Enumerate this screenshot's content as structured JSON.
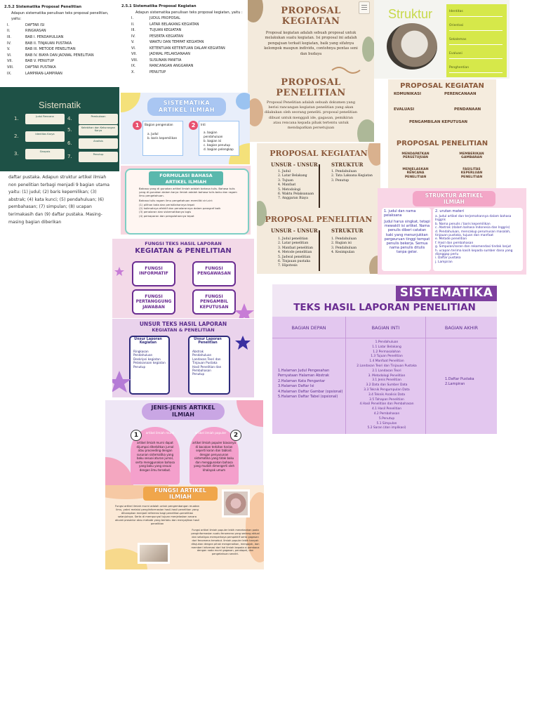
{
  "outline_proposal_penelitian": {
    "heading": "2.5.2 Sistematika Proposal Penelitian",
    "intro": "Adapun sistematika penulisan teks proposal penelitian, yaitu:",
    "items": [
      {
        "num": "I.",
        "text": "DAFTAR ISI"
      },
      {
        "num": "II.",
        "text": "RINGKASAN"
      },
      {
        "num": "III.",
        "text": "BAB I. PENDAHULUAN"
      },
      {
        "num": "IV.",
        "text": "BAB II. TINJAUAN PUSTAKA"
      },
      {
        "num": "V.",
        "text": "BAB III. METODE PENELITIAN"
      },
      {
        "num": "VI.",
        "text": "BAB IV. BIAYA DAN JADWAL PENELITIAN"
      },
      {
        "num": "VII.",
        "text": "BAB V. PENUTUP"
      },
      {
        "num": "VIII.",
        "text": "DAFTAR PUSTAKA"
      },
      {
        "num": "IX.",
        "text": "LAMPIRAN-LAMPIRAN"
      }
    ]
  },
  "outline_proposal_kegiatan": {
    "heading": "2.5.1 Sistematika Proposal Kegiatan",
    "intro": "Adapun sistematika penulisan teks proposal kegiatan, yaitu :",
    "items": [
      {
        "num": "I.",
        "text": "JUDUL PROPOSAL"
      },
      {
        "num": "II.",
        "text": "LATAR BELAKANG KEGIATAN"
      },
      {
        "num": "III.",
        "text": "TUJUAN KEGIATAN"
      },
      {
        "num": "IV.",
        "text": "PESERTA KEGIATAN"
      },
      {
        "num": "V.",
        "text": "WAKTU DAN TEMPAT KEGIATAN"
      },
      {
        "num": "VI.",
        "text": "KETENTUAN KETENTUAN DALAM KEGIATAN"
      },
      {
        "num": "VII.",
        "text": "JADWAL PELAKSANAAN"
      },
      {
        "num": "VIII.",
        "text": "SUSUNAN PANITIA"
      },
      {
        "num": "IX.",
        "text": "RANCANGAN ANGGARAN"
      },
      {
        "num": "X.",
        "text": "PENUTUP"
      }
    ]
  },
  "proposal_defs": {
    "kegiatan_title": "PROPOSAL KEGIATAN",
    "kegiatan_body": "Proposal kegiatan adalah sebuah proposal untuk melakukan suatu kegiatan. Isi proposal ini adalah pengajuan terkait kegiatan, baik yang sifatnya kelompok maupun individu, contohnya pentas seni dan budaya",
    "penelitian_title": "PROPOSAL PENELITIAN",
    "penelitian_body": "Proposal Penelitian adalah sebuah dokumen yang berisi rancangan kegiatan penelitian yang akan dilakukan oleh seorang peneliti. proposal penelitian dibuat untuk menggali ide, gagasan, pemikiran atau rencana kepada pihak tertentu untuk mendapatkan persetujuan"
  },
  "struktur_card": {
    "title": "Struktur",
    "items": [
      "Identitas",
      "Orientasi",
      "Sekalemas",
      "Evaluasi",
      "Penghentian"
    ]
  },
  "sistematik_board": {
    "title": "Sistematik",
    "items": [
      {
        "n": "1.",
        "label": "Judul Rencana"
      },
      {
        "n": "2.",
        "label": "Identitas Karya"
      },
      {
        "n": "3.",
        "label": "Sinopsis"
      },
      {
        "n": "4.",
        "label": "Pembukaan"
      },
      {
        "n": "5.",
        "label": "Kelebihan dan Kekurangan Karya"
      },
      {
        "n": "6.",
        "label": "Analisis"
      },
      {
        "n": "7.",
        "label": "Penutup"
      }
    ]
  },
  "sistematika_artikel": {
    "title_line1": "SISTEMATIKA",
    "title_line2": "ARTIKEL ILMIAH",
    "left_num": "1",
    "left_label": "Bagian pengenalan",
    "left_points": [
      "a. Judul",
      "b. baris kepemilikan"
    ],
    "right_num": "2",
    "right_label": "Inti",
    "right_points": [
      "a. bagian pendahuluan",
      "b. bagian isi",
      "c. bagian penutup",
      "d. bagian pelengkap"
    ]
  },
  "kompetensi_panel": {
    "title": "PROPOSAL KEGIATAN",
    "tags": [
      "KOMUNIKASI",
      "PERENCANAAN",
      "EVALUASI",
      "PENDANAAN",
      "PENGAMBILAN KEPUTUSAN"
    ],
    "title2": "PROPOSAL PENELITIAN",
    "tags2": [
      "MENDAPATKAN PERSETUJUAN",
      "MEMBERIKAN GAMBARAN",
      "MENJELASKAN RENCANA PENELITIAN",
      "FASILITAS KEPERLUAN PENELITIAN"
    ]
  },
  "paragraph": {
    "text": "daftar pustaka. Adapun struktur artikel ilmiah non penelitian terbagi menjadi 9 bagian utama yaitu: (1) judul; (2) baris kepemilikan; (3) abstrak; (4) kata kunci; (5) pendahuluan; (6) pembahasan; (7) simpulan; (8) ucapan terimakasih dan (9) daftar pustaka. Masing-masing bagian diberikan"
  },
  "formulasi": {
    "title_line1": "FORMULASI BAHASA",
    "title_line2": "ARTIKEL ILMIAH",
    "body": "Bahasa yang di gunakan artikel ilmiah adalah bahasa tulis. Bahasa tulis yang di gunakan dalam karya ilmiah adalah bahasa tulis baku dan ragam ilmu pengetahuan.",
    "sub": "Bahasa tulis ragam ilmu pengetahuan memiliki ciri-ciri:",
    "points": [
      "(1) pilihan kata dan peristilahannya tepat",
      "(2) kalimatnya efektif dan penalarannya dalam paragraf baik",
      "(3) penalaran dan sistematikanya logis",
      "(4) pemaparan dan pengolahannya tepat"
    ]
  },
  "struktur_proposal": {
    "k_title": "PROPOSAL KEGIATAN",
    "k_col1": "UNSUR - UNSUR",
    "k_col2": "STRUKTUR",
    "k_unsur": [
      "1. Judul",
      "2. Latar Belakang",
      "3. Tujuan",
      "4. Manfaat",
      "5. Metodologi",
      "6. Waktu Pelaksanaan",
      "7. Anggaran Biaya"
    ],
    "k_struktur": [
      "1. Pendahuluan",
      "2. Tata Laksana Kegiatan",
      "3. Penutup"
    ],
    "p_title": "PROPOSAL PENELITIAN",
    "p_col1": "UNSUR - UNSUR",
    "p_col2": "STRUKTUR",
    "p_unsur": [
      "1. Judul penelitian",
      "2. Latar penelitian",
      "3. Manfaat penelitian",
      "4. Metode penelitian",
      "5. Jadwal penelitian",
      "6. Tinjauan pustaka",
      "7. Hipotesis"
    ],
    "p_struktur": [
      "1. Pendahuluan",
      "2. Bagian isi",
      "3. Pendahuluan",
      "4. Kesimpulan"
    ]
  },
  "struktur_artikel": {
    "title_line1": "STRUKTUR ARTIKEL",
    "title_line2": "ILMIAH",
    "col1_head": "1. judul dan nama pelaksana",
    "col1_body": "Judul harus singkat, tetapi mewakili isi artikel. Nama penulis diberi catatan kaki yang menunjukkan pergeuruan tinggi tempat penulis bekerja. Semua nama penulis ditulis tanpa gelar.",
    "col2_head": "2. urutan materi",
    "col2_items": [
      "a. Judul artikel dan terjemahannya dalam bahasa Inggris",
      "b. Nama penulis / baris kepemilikan",
      "c. Abstrak (dalam bahasa Indonesia dan Inggris)",
      "d. Pendahuluan, mencakup perumusan masalah, tinjauan pustaka, tujuan dan manfaat",
      "e. Metode penelitian",
      "f. Hasil dan pembahasan",
      "g. Simpulan/saran dan rekomendasi tindak lanjut",
      "h. ucapan terima kasih kepada sumber dana yang dianggap perlu",
      "i. Daftar pustaka",
      "j. Lampiran"
    ]
  },
  "fungsi_laporan": {
    "title_line1": "FUNGSI TEKS HASIL LAPORAN",
    "title_line2": "KEGIATAN & PENELITIAN",
    "boxes": [
      "FUNGSI INFORMATIF",
      "FUNGSI PENGAWASAN",
      "FUNGSI PERTANGGUNG JAWABAN",
      "FUNGSI PENGAMBIL KEPUTUSAN"
    ]
  },
  "unsur_laporan": {
    "title_line1": "UNSUR TEKS HASIL LAPORAN",
    "title_line2": "KEGIATAN & PENELITIAN",
    "left_title": "Unsur Laporan Kegiatan",
    "left_items": [
      "Ringkasan",
      "Pendahuluan",
      "Deskripsi kegiatan",
      "Pelaksanaan kegiatan",
      "Penutup"
    ],
    "right_title": "Unsur Laporan Penelitian",
    "right_items": [
      "Abstrak",
      "Pendahuluan",
      "Landasan Teori dan Tinjauan Pustaka",
      "Hasil Penelitian dan Pembahasan",
      "Penutup"
    ]
  },
  "sistematika_laporan": {
    "title1": "SISTEMATIKA",
    "title2": "TEKS HASIL LAPORAN PENELITIAN",
    "headers": [
      "BAGIAN DEPAN",
      "BAGIAN INTI",
      "BAGIAN AKHIR"
    ],
    "depan": [
      "1.Halaman Judul Pengesahan",
      "Pernyataan Halaman Abstrak",
      "2.Halaman Kata Pengantar",
      "3.Halaman Daftar Isi",
      "4.Halaman Daftar Gambar (opsional)",
      "5.Halaman Daftar Tabel (opsional)"
    ],
    "inti": [
      "1.Pendahuluan",
      "1.1 Latar Belakang",
      "1.2 Permasalahan",
      "1.3 Tujuan Penelitian",
      "1.4 Manfaat Penelitian",
      "2.Landasan Teori dan Tinjauan Pustaka",
      "2.1 Landasan Teori",
      "3. Metodologi Penelitian",
      "3.1 Jenis Penelitian",
      "3.2 Data dan Sumber Data",
      "3.3 Teknik Pengumpulan Data",
      "3.4 Teknik Analisis Data",
      "3.5 Tahapan Penelitian",
      "4.Hasil Penelitian dan Pembahasan",
      "4.1 Hasil Penelitian",
      "4.2 Pembahasan",
      "5.Penutup",
      "5.1 Simpulan",
      "5.2 Saran (dan implikasi)"
    ],
    "akhir": [
      "1.Daftar Pustaka",
      "2.Lampiran"
    ]
  },
  "jenis_artikel": {
    "title_line1": "JENIS-JENIS ARTIKEL",
    "title_line2": "ILMIAH",
    "card1_num": "1",
    "card1_head": "artikel ilmiah murni",
    "card1_body": "artikel ilmiah murni dapat dijumpai diterbitkan jurnal atau proceeding dengan susunan sistematika yang baku sesuai aturan jurnal, serta menggunakan bahasa yang baku yang sesuai dengan ilmu tersebut.",
    "card2_num": "2",
    "card2_head": "artikel ilmiah populer",
    "card2_body": "artikel ilmiah populer biasanya di bacakan terbitan harian seperti koran dan tabloid. dengan penyusunan sistematika yang tidak baku dan menggunakan bahasa yang mudah dimengerti oleh khalayak umum"
  },
  "fungsi_artikel": {
    "title_line1": "FUNGSI ARTIKEL",
    "title_line2": "ILMIAH",
    "body1": "Fungsi artikel ilmiah murni adalah untuk pengembangan muatan ilmu, yakni melalui pengiinformasian hasil-hasil penelitian yang diharapkan menjadi referensi bagi penelitian-penelitian selanjutnya. Serta di mempunyai tujuan menjelaskan secara akurat prosedur atau metode yang berlaku dan menyajikan hasil penelitian",
    "body2": "Fungsi artikel ilmiah populer lebih menekankan pada penginformasian suatu fenomena yang sedang aktual dan sekaligus memperkaya perspektif serta gagasan dari fenomena tersebut. Ilmiah populer lebih banyak ditujukan dengan pihak mengenalkan, mengajak, dan memberi informasi dari hal ilmiah kepada si pembaca dengan nada murni gagasan, pendapat, dan pengetahuan sendiri."
  },
  "colors": {
    "dark_green": "#1e5146",
    "brown_title": "#8b5a3c",
    "cream": "#f5ecde",
    "purple": "#6a2c91",
    "magenta": "#b03aa6",
    "lavender": "#e9d5f3",
    "lime": "#d2e63a",
    "teal": "#4dbfb0"
  }
}
